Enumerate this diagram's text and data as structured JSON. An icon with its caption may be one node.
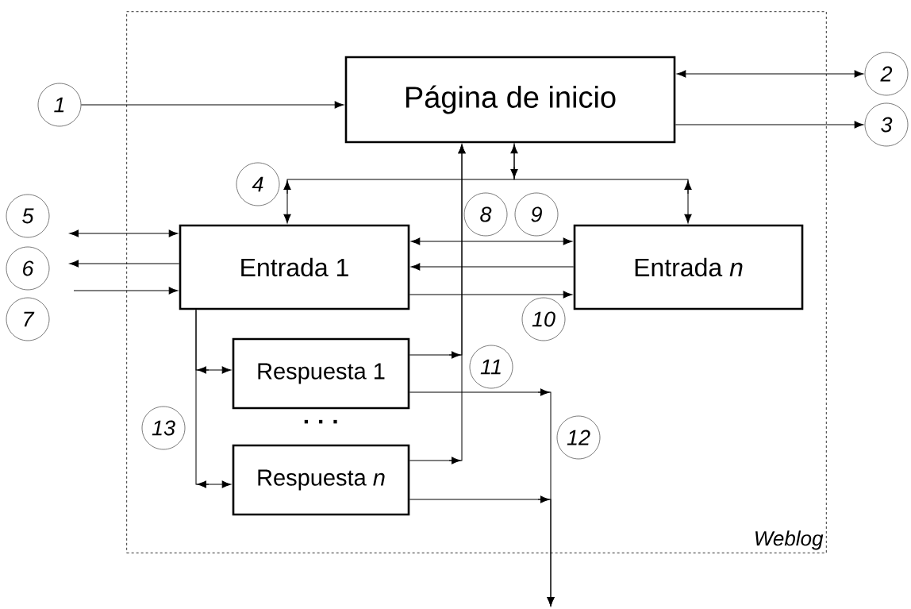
{
  "diagram": {
    "nodes": [
      {
        "text": [
          "Weblog"
        ]
      },
      {
        "text": [
          "Página de inicio"
        ],
        "in": 0
      },
      {
        "text": [
          "1"
        ]
      },
      {
        "text": [
          "2"
        ]
      },
      {
        "text": [
          "3"
        ]
      },
      {
        "text": [
          "4"
        ],
        "in": 0
      },
      {
        "text": [
          "Entrada 1"
        ],
        "in": 0
      },
      {
        "text": [
          "Entrada *n*"
        ],
        "in": 0
      },
      {
        "text": [
          "5"
        ]
      },
      {
        "text": [
          "6"
        ]
      },
      {
        "text": [
          "7"
        ]
      },
      {
        "text": [
          "8"
        ],
        "in": 0
      },
      {
        "text": [
          "9"
        ],
        "in": 0
      },
      {
        "text": [
          "10"
        ],
        "in": 0
      },
      {
        "text": [
          "Respuesta 1"
        ],
        "in": 0
      },
      {
        "text": [
          "Respuesta *n*"
        ],
        "in": 0
      },
      {
        "text": [
          "11"
        ],
        "in": 0
      },
      {
        "text": [
          "12"
        ],
        "in": 0
      },
      {
        "text": [
          "13"
        ],
        "in": 0
      }
    ],
    "edges": [
      {
        "from": 2,
        "to": 1,
        "arrow": "to"
      },
      {
        "from": 1,
        "to": 3,
        "arrow": "both"
      },
      {
        "from": 1,
        "to": 4,
        "arrow": "to"
      },
      {
        "from": 1,
        "to": 6,
        "arrow": "both"
      },
      {
        "from": 1,
        "to": 7,
        "arrow": "to"
      },
      {
        "from": null,
        "to": 6,
        "arrow": "both"
      },
      {
        "from": 6,
        "to": null,
        "arrow": "to"
      },
      {
        "from": null,
        "to": 6,
        "arrow": "to"
      },
      {
        "from": 6,
        "to": 7,
        "arrow": "both"
      },
      {
        "from": 7,
        "to": 6,
        "arrow": "to"
      },
      {
        "from": 6,
        "to": 7,
        "arrow": "to"
      },
      {
        "from": 14,
        "to": 1,
        "arrow": "to"
      },
      {
        "from": 15,
        "to": 1,
        "arrow": "to"
      },
      {
        "from": 14,
        "to": null,
        "arrow": "to"
      },
      {
        "from": 15,
        "to": null,
        "arrow": "to"
      },
      {
        "from": 6,
        "to": 14,
        "arrow": "to"
      },
      {
        "from": 6,
        "to": 15,
        "arrow": "to"
      }
    ],
    "labels": [
      "· · ·"
    ]
  }
}
